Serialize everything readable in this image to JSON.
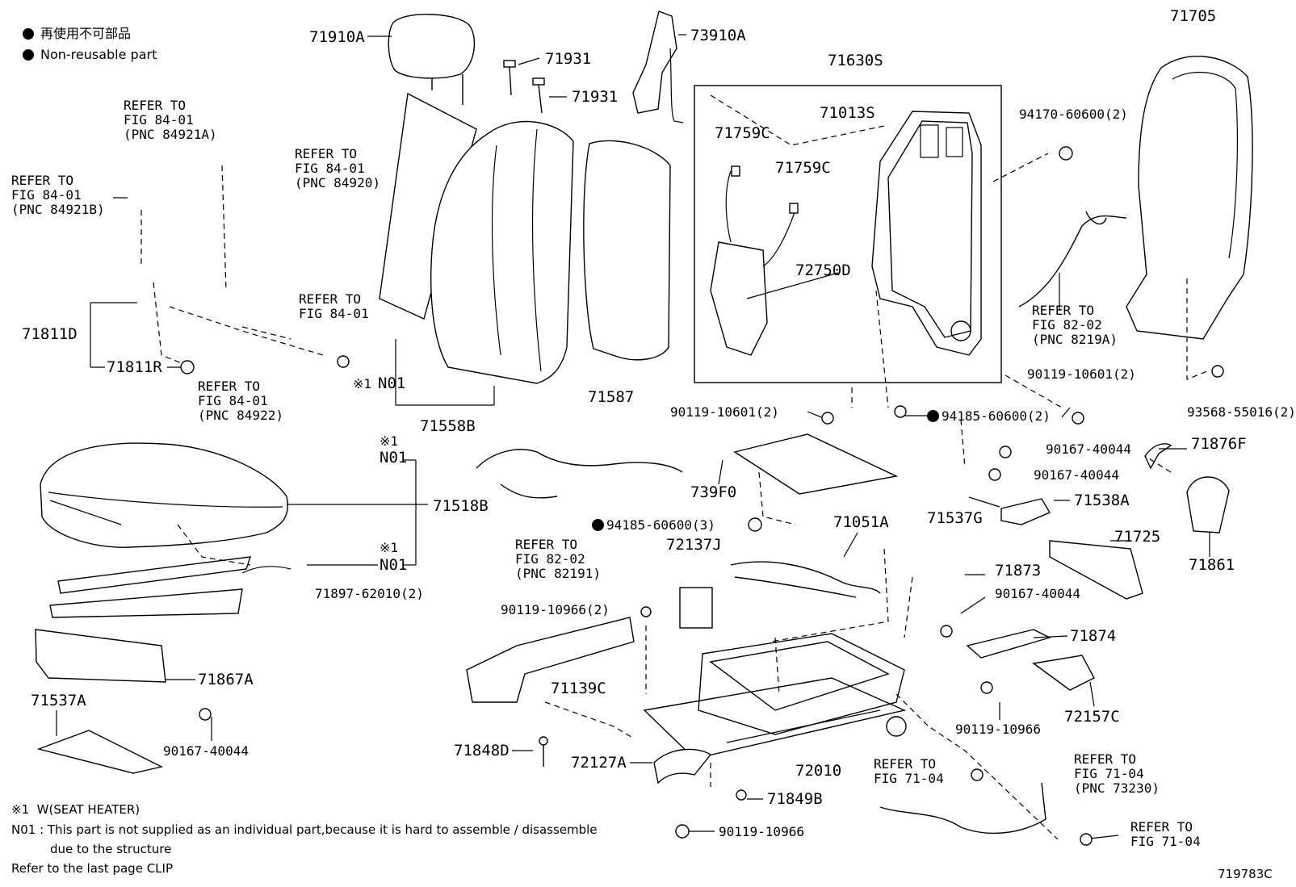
{
  "legend": {
    "jp": "再使用不可部品",
    "en": "Non-reusable part"
  },
  "labels": {
    "l71910A": "71910A",
    "l73910A": "73910A",
    "l71931a": "71931",
    "l71931b": "71931",
    "l71630S": "71630S",
    "l71705": "71705",
    "l71013S": "71013S",
    "l71759Ca": "71759C",
    "l71759Cb": "71759C",
    "l72750D": "72750D",
    "l94170": "94170-60600(2)",
    "ref84921A": "REFER TO\nFIG 84-01\n(PNC 84921A)",
    "ref84920": "REFER TO\nFIG 84-01\n(PNC 84920)",
    "ref84921B": "REFER TO\nFIG 84-01\n(PNC 84921B)",
    "ref8401": "REFER TO\nFIG 84-01",
    "ref84922": "REFER TO\nFIG 84-01\n(PNC 84922)",
    "ref8219A": "REFER TO\nFIG 82-02\n(PNC 8219A)",
    "ref82191": "REFER TO\nFIG 82-02\n(PNC 82191)",
    "ref7104a": "REFER TO\nFIG 71-04",
    "ref73230": "REFER TO\nFIG 71-04\n(PNC 73230)",
    "ref7104b": "REFER TO\nFIG 71-04",
    "l71811D": "71811D",
    "l71811R": "71811R",
    "lN01a": "N01",
    "lN01b": "N01",
    "lN01c": "N01",
    "x1a": "※1",
    "x1b": "※1",
    "x1c": "※1",
    "l71558B": "71558B",
    "l71587": "71587",
    "l9011910601a": "90119-10601(2)",
    "l9011910601b": "90119-10601(2)",
    "l94185a": "94185-60600(2)",
    "l93568": "93568-55016(2)",
    "l71518B": "71518B",
    "l739F0": "739F0",
    "l94185b": "94185-60600(3)",
    "l71537G": "71537G",
    "l90167a": "90167-40044",
    "l90167b": "90167-40044",
    "l90167c": "90167-40044",
    "l90167d": "90167-40044",
    "l71538A": "71538A",
    "l71876F": "71876F",
    "l71725": "71725",
    "l71861": "71861",
    "l71051A": "71051A",
    "l72137J": "72137J",
    "l71897": "71897-62010(2)",
    "l9011910966a": "90119-10966(2)",
    "l9011910966b": "90119-10966",
    "l9011910966c": "90119-10966",
    "l71873": "71873",
    "l71874": "71874",
    "l72157C": "72157C",
    "l71867A": "71867A",
    "l71537A": "71537A",
    "l71139C": "71139C",
    "l71848D": "71848D",
    "l72127A": "72127A",
    "l72010": "72010",
    "l71849B": "71849B"
  },
  "notes": {
    "n1": "※1  W(SEAT HEATER)",
    "n2": "N01 : This part is not supplied as an individual part,because it is hard to assemble / disassemble",
    "n3": "due to the structure",
    "n4": "Refer to the last page CLIP"
  },
  "figure_id": "719783C"
}
